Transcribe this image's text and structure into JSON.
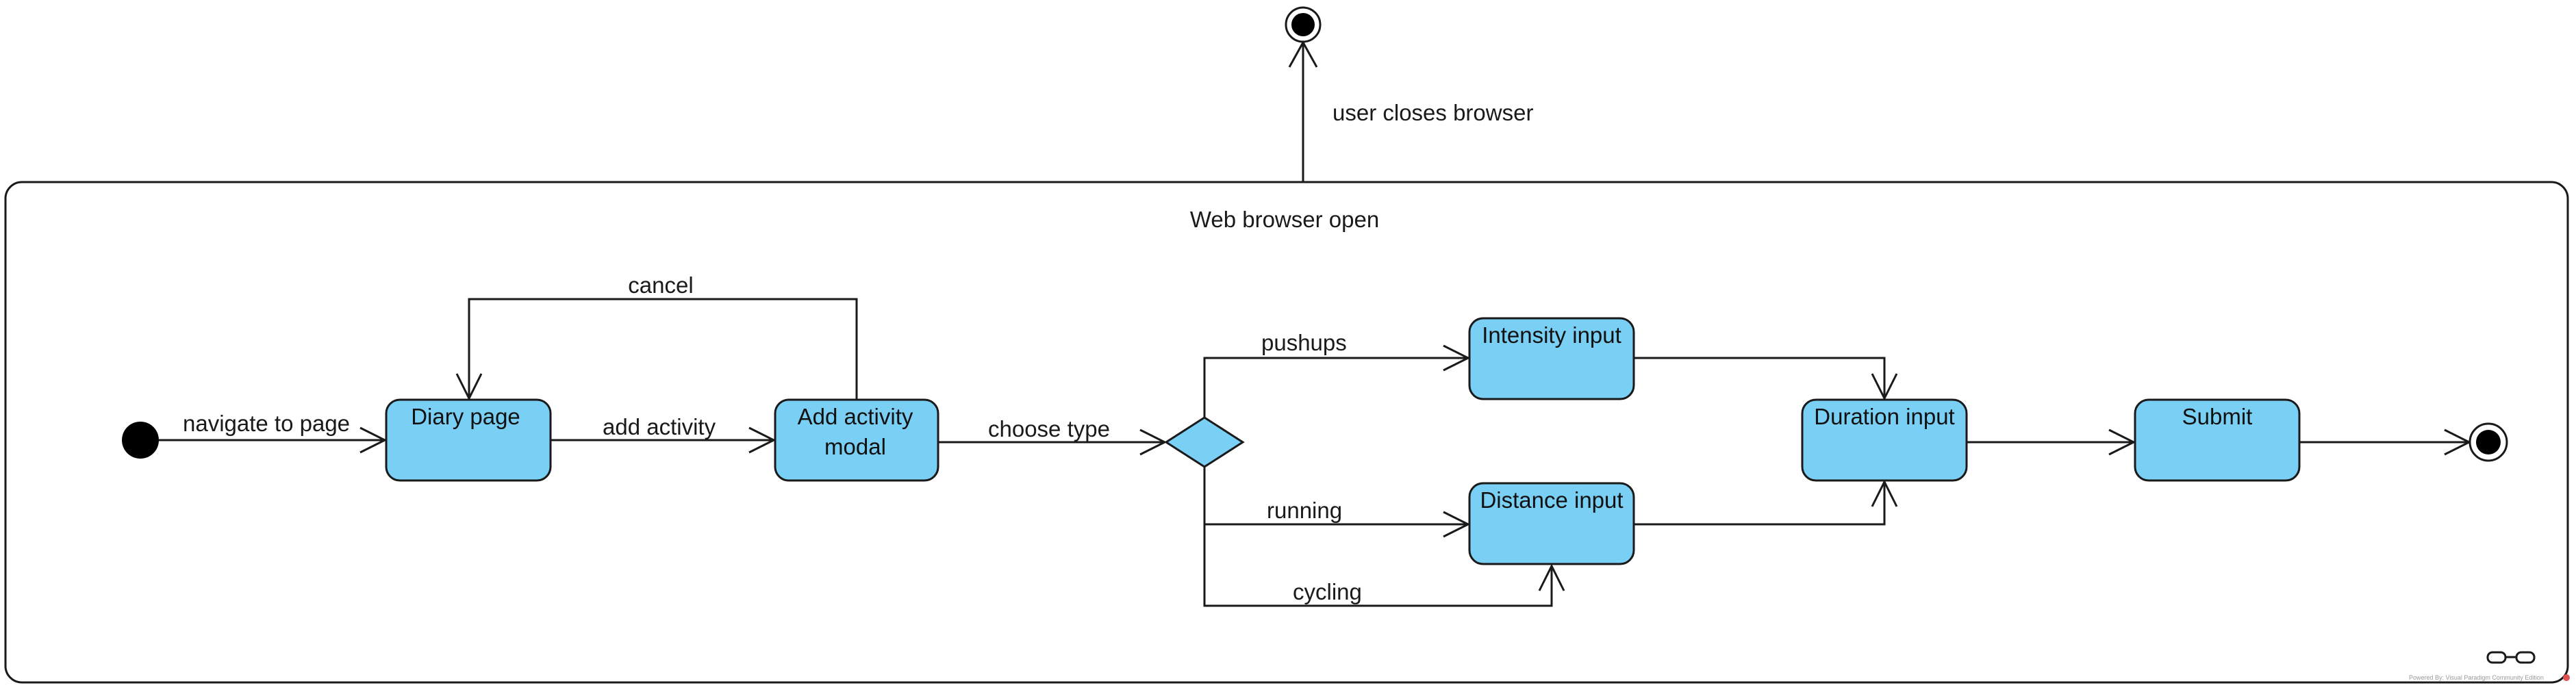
{
  "composite_state": {
    "label": "Web browser open"
  },
  "states": {
    "diary": "Diary page",
    "add_modal_line1": "Add activity",
    "add_modal_line2": "modal",
    "intensity": "Intensity input",
    "distance": "Distance input",
    "duration": "Duration input",
    "submit": "Submit"
  },
  "transitions": {
    "user_closes": "user closes browser",
    "navigate": "navigate to page",
    "add_activity": "add activity",
    "cancel": "cancel",
    "choose_type": "choose type",
    "pushups": "pushups",
    "running": "running",
    "cycling": "cycling"
  },
  "colors": {
    "state_fill": "#7acff4",
    "stroke": "#1a1a1a",
    "background": "#ffffff"
  },
  "footer": {
    "text": "Powered By: Visual Paradigm Community Edition"
  }
}
